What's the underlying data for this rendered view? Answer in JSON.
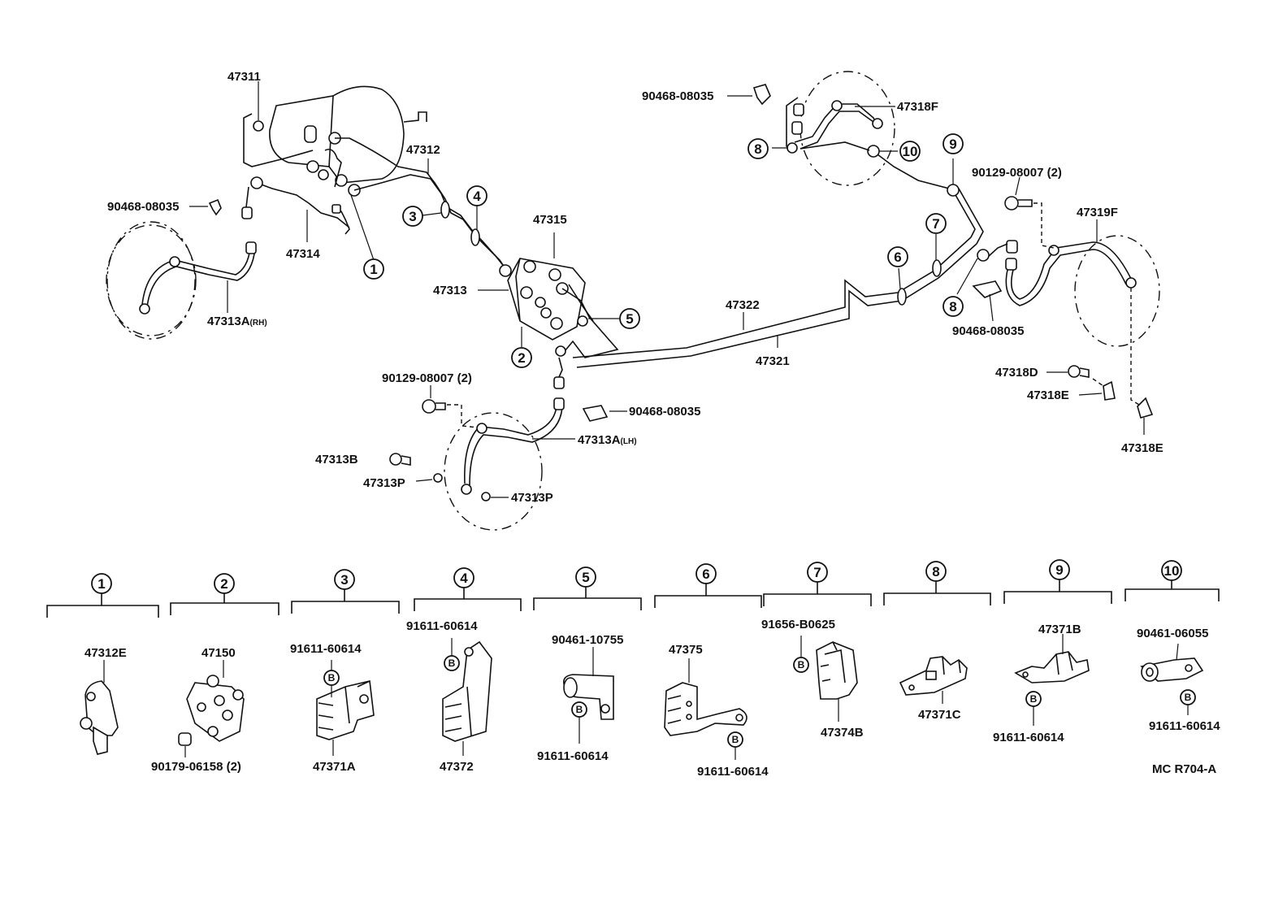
{
  "main": {
    "labels": {
      "p47311": "47311",
      "p47312": "47312",
      "p90468_a": "90468-08035",
      "p47314": "47314",
      "p47313A_rh": "47313A",
      "p47313A_rh_sub": "(RH)",
      "p47315": "47315",
      "p47313": "47313",
      "p90129_a": "90129-08007 (2)",
      "p90468_b": "90468-08035",
      "p47313A_lh": "47313A",
      "p47313A_lh_sub": "(LH)",
      "p47313B": "47313B",
      "p47313P_a": "47313P",
      "p47313P_b": "47313P",
      "p47322": "47322",
      "p47321": "47321",
      "p90468_c": "90468-08035",
      "p47318F": "47318F",
      "p90129_b": "90129-08007 (2)",
      "p47319F": "47319F",
      "p90468_d": "90468-08035",
      "p47318D": "47318D",
      "p47318E_a": "47318E",
      "p47318E_b": "47318E"
    },
    "callouts": [
      "1",
      "2",
      "3",
      "4",
      "5",
      "6",
      "7",
      "8",
      "8",
      "9",
      "10"
    ]
  },
  "detail": {
    "headers": [
      "1",
      "2",
      "3",
      "4",
      "5",
      "6",
      "7",
      "8",
      "9",
      "10"
    ],
    "bolt_mark": "B",
    "labels": {
      "d1_part": "47312E",
      "d2_part": "47150",
      "d2_nut": "90179-06158 (2)",
      "d3_bolt": "91611-60614",
      "d3_part": "47371A",
      "d4_bolt": "91611-60614",
      "d4_part": "47372",
      "d5_clip": "90461-10755",
      "d5_bolt": "91611-60614",
      "d6_part": "47375",
      "d6_bolt": "91611-60614",
      "d7_bolt": "91656-B0625",
      "d7_part": "47374B",
      "d8_part": "47371C",
      "d9_part": "47371B",
      "d9_bolt": "91611-60614",
      "d10_clip": "90461-06055",
      "d10_bolt": "91611-60614"
    }
  },
  "footer": {
    "diagram_code": "MC R704-A"
  }
}
